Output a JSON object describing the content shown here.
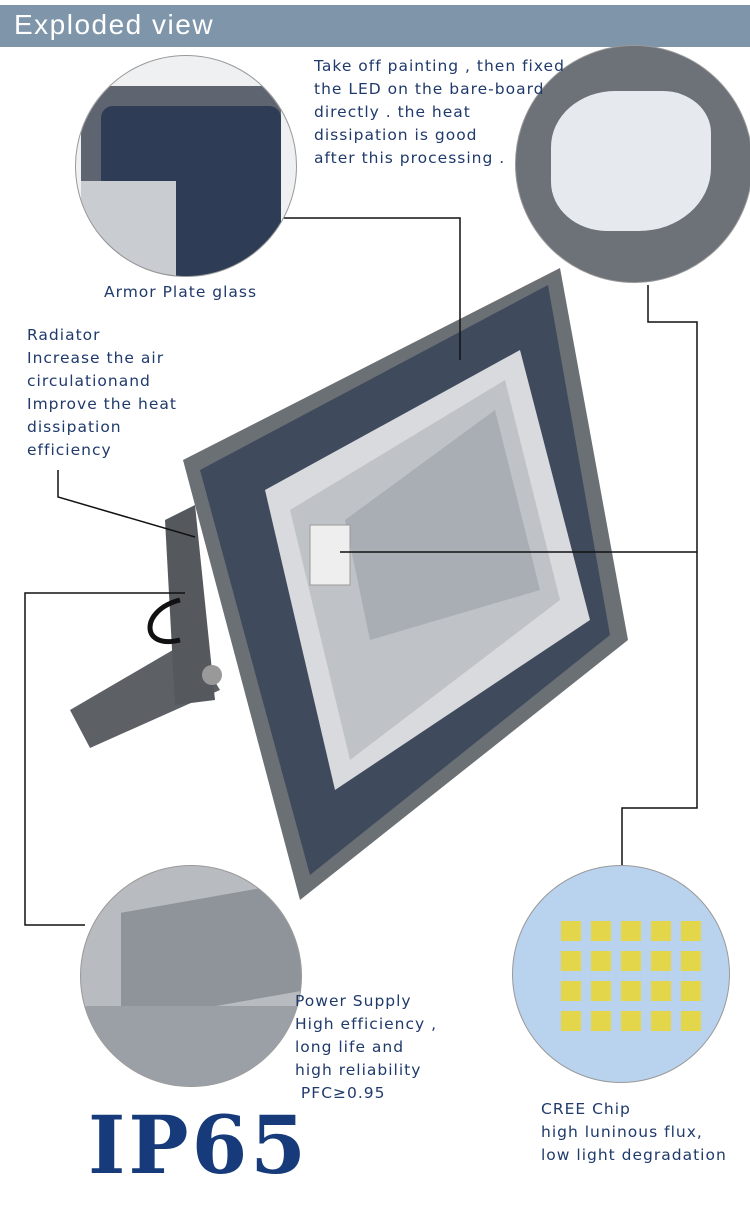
{
  "header": {
    "title": "Exploded view"
  },
  "callouts": {
    "painting": [
      "Take off painting , then fixed",
      "the LED on the bare-board",
      "directly . the heat",
      "dissipation is good",
      "after this processing ."
    ],
    "glass": [
      "Armor Plate glass"
    ],
    "radiator": [
      "Radiator",
      "Increase the air",
      "circulationand",
      "Improve the heat",
      "dissipation",
      "efficiency"
    ],
    "power": [
      "Power Supply",
      "High efficiency ,",
      "long life and",
      "high reliability",
      " PFC≥0.95"
    ],
    "chip": [
      "CREE Chip",
      "high luninous flux,",
      "low light degradation"
    ]
  },
  "badge": {
    "rating": "IP65"
  },
  "colors": {
    "banner": "#7f95aa",
    "text": "#1f3a6b",
    "rating": "#163a7a"
  }
}
